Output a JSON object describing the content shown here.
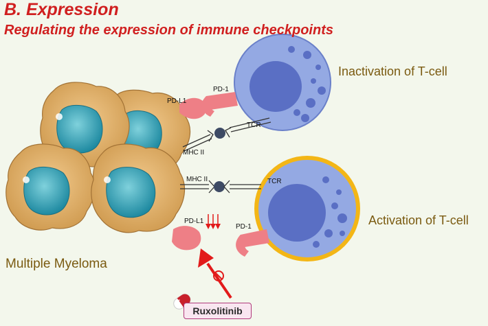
{
  "header": {
    "title": "B. Expression",
    "subtitle": "Regulating the expression of immune checkpoints"
  },
  "labels": {
    "inactivation": "Inactivation of T-cell",
    "activation": "Activation of T-cell",
    "myeloma": "Multiple Myeloma",
    "pd_l1_top": "PD-L1",
    "pd_1_top": "PD-1",
    "tcr_top": "TCR",
    "mhc_top": "MHC II",
    "mhc_bottom": "MHC II",
    "tcr_bottom": "TCR",
    "pd_l1_bottom": "PD-L1",
    "pd_1_bottom": "PD-1",
    "drug": "Ruxolitinib"
  },
  "colors": {
    "title": "#d01f1f",
    "caption": "#7a5a10",
    "tcell_fill": "#94a9e3",
    "tcell_nucleus": "#5a6fc4",
    "myeloma_fill": "#e4b36c",
    "myeloma_nucleus": "#2f97ac",
    "checkpoint": "#ee7f86",
    "active_ring": "#f3b616",
    "inhibit_arrow": "#e21a1a"
  },
  "icons": {
    "inhibition": "no-entry-icon",
    "decrease": "down-arrows-icon",
    "drug": "capsule-icon"
  }
}
